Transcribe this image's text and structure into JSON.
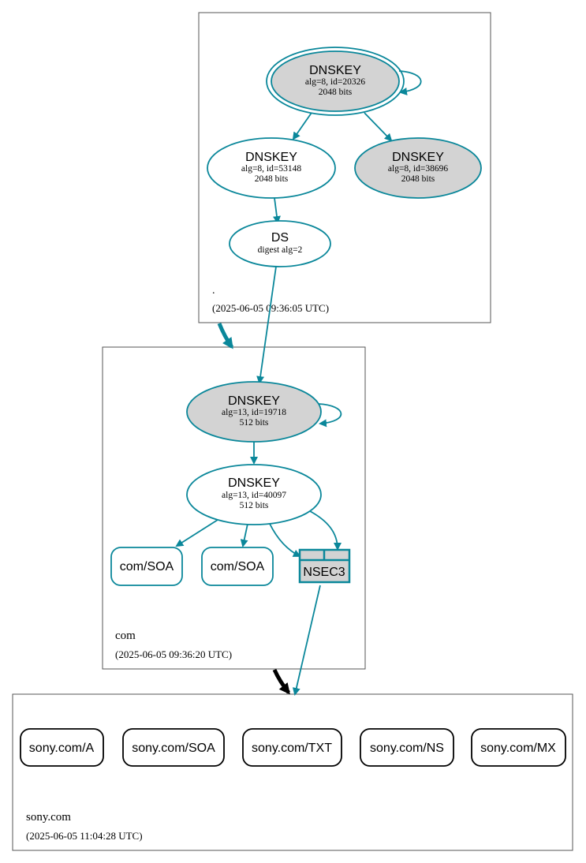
{
  "colors": {
    "edge": "#0a879a",
    "node_fill_gray": "#d3d3d3",
    "node_fill_white": "#ffffff",
    "zone_border": "#555555",
    "delegation_black": "#000000"
  },
  "zones": {
    "root": {
      "name": ".",
      "timestamp": "(2025-06-05 09:36:05 UTC)"
    },
    "com": {
      "name": "com",
      "timestamp": "(2025-06-05 09:36:20 UTC)"
    },
    "sony": {
      "name": "sony.com",
      "timestamp": "(2025-06-05 11:04:28 UTC)"
    }
  },
  "nodes": {
    "root_ksk": {
      "title": "DNSKEY",
      "line1": "alg=8, id=20326",
      "line2": "2048 bits"
    },
    "root_zsk": {
      "title": "DNSKEY",
      "line1": "alg=8, id=53148",
      "line2": "2048 bits"
    },
    "root_key3": {
      "title": "DNSKEY",
      "line1": "alg=8, id=38696",
      "line2": "2048 bits"
    },
    "root_ds": {
      "title": "DS",
      "line1": "digest alg=2"
    },
    "com_ksk": {
      "title": "DNSKEY",
      "line1": "alg=13, id=19718",
      "line2": "512 bits"
    },
    "com_zsk": {
      "title": "DNSKEY",
      "line1": "alg=13, id=40097",
      "line2": "512 bits"
    },
    "com_soa1": {
      "label": "com/SOA"
    },
    "com_soa2": {
      "label": "com/SOA"
    },
    "com_nsec3": {
      "label": "NSEC3"
    }
  },
  "records": {
    "a": "sony.com/A",
    "soa": "sony.com/SOA",
    "txt": "sony.com/TXT",
    "ns": "sony.com/NS",
    "mx": "sony.com/MX"
  }
}
